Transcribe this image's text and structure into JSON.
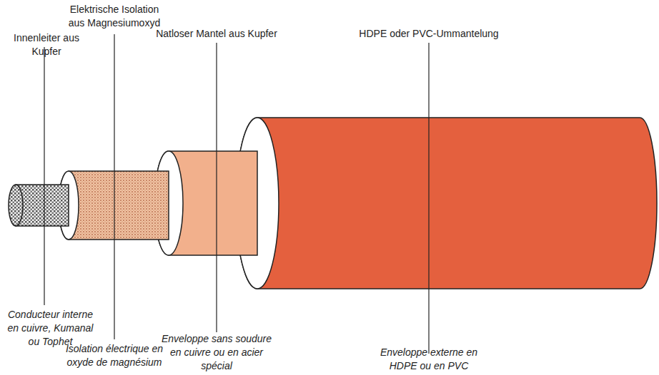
{
  "diagram": {
    "labels": [
      "Elektrische Isolation aus Magnesiumoxyd",
      "HDPE oder PVC-Ummantelung",
      "Natloser Mantel aus Kupfer",
      "Innenleiter aus Kupfer",
      "Conducteur interne en cuivre, Kumanal ou Tophet",
      "Enveloppe sans soudure en cuivre ou en acier spécial",
      "Enveloppe externe en HDPE ou en PVC",
      "Isolation électrique en oxyde de magnésium"
    ]
  }
}
